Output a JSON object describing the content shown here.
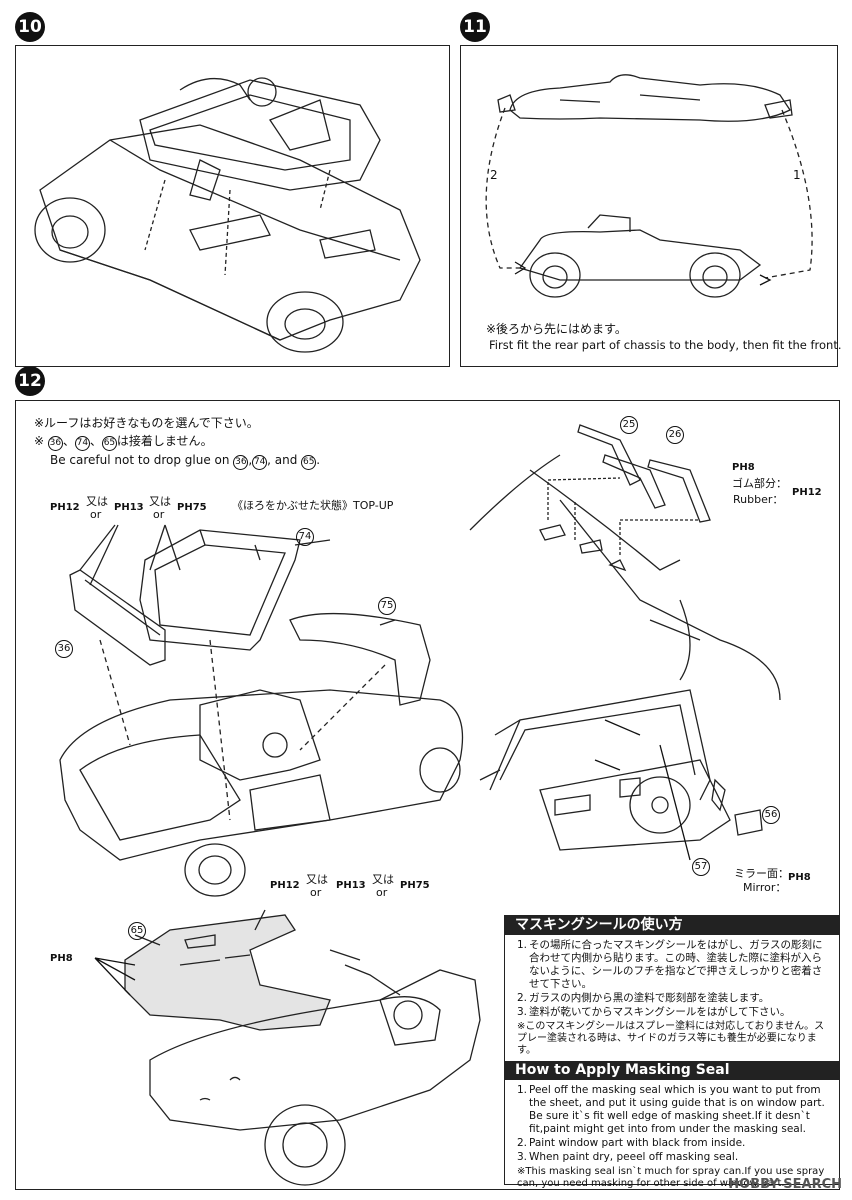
{
  "steps": {
    "s10": "10",
    "s11": "11",
    "s12": "12"
  },
  "step11": {
    "arrow_left": "2",
    "arrow_right": "1",
    "note_jp": "※後ろから先にはめます。",
    "note_en": "First fit the rear part of chassis to the body, then fit the front."
  },
  "step12": {
    "roof_note_jp": "※ルーフはお好きなものを選んで下さい。",
    "glue_note_jp_prefix": "※",
    "glue_parts": [
      "36",
      "74",
      "65"
    ],
    "glue_note_jp_suffix": "は接着しません。",
    "glue_note_en_prefix": "Be careful not to drop glue on",
    "glue_note_en_and": ", and",
    "paint_codes_top": [
      "PH12",
      "PH13",
      "PH75"
    ],
    "matahara": "又は",
    "or": "or",
    "topup_label": "《ほろをかぶせた状態》TOP-UP",
    "part_74": "74",
    "part_75": "75",
    "part_36": "36",
    "part_25": "25",
    "part_26": "26",
    "part_56": "56",
    "part_57": "57",
    "part_65": "65",
    "wiper_code": "PH8",
    "rubber_jp": "ゴム部分：",
    "rubber_en": "Rubber：",
    "rubber_code": "PH12",
    "mirror_jp": "ミラー面：",
    "mirror_en": "Mirror：",
    "mirror_code": "PH8",
    "bottom_codes": [
      "PH12",
      "PH13",
      "PH75"
    ],
    "seal_code": "PH8"
  },
  "masking": {
    "title_jp": "マスキングシールの使い方",
    "jp_items": [
      {
        "n": "1.",
        "text": "その場所に合ったマスキングシールをはがし、ガラスの彫刻に合わせて内側から貼ります。この時、塗装した際に塗料が入らないように、シールのフチを指などで押さえしっかりと密着させて下さい。"
      },
      {
        "n": "2.",
        "text": "ガラスの内側から黒の塗料で彫刻部を塗装します。"
      },
      {
        "n": "3.",
        "text": "塗料が乾いてからマスキングシールをはがして下さい。"
      }
    ],
    "jp_note": "※このマスキングシールはスプレー塗料には対応しておりません。スプレー塗装される時は、サイドのガラス等にも養生が必要になります。",
    "title_en": "How to Apply Masking Seal",
    "en_items": [
      {
        "n": "1.",
        "text": "Peel off the masking seal which is you want to put from the sheet, and put it using guide that is on window part. Be sure it`s fit well edge of masking sheet.If it desn`t fit,paint might get into from under the masking seal."
      },
      {
        "n": "2.",
        "text": "Paint window part with black from inside."
      },
      {
        "n": "3.",
        "text": "When paint dry, peeel off masking seal."
      }
    ],
    "en_note": "※This masking seal isn`t much for spray can.If you use spray can, you need masking for other side of window part."
  },
  "watermark": "HOBBY SEARCH"
}
